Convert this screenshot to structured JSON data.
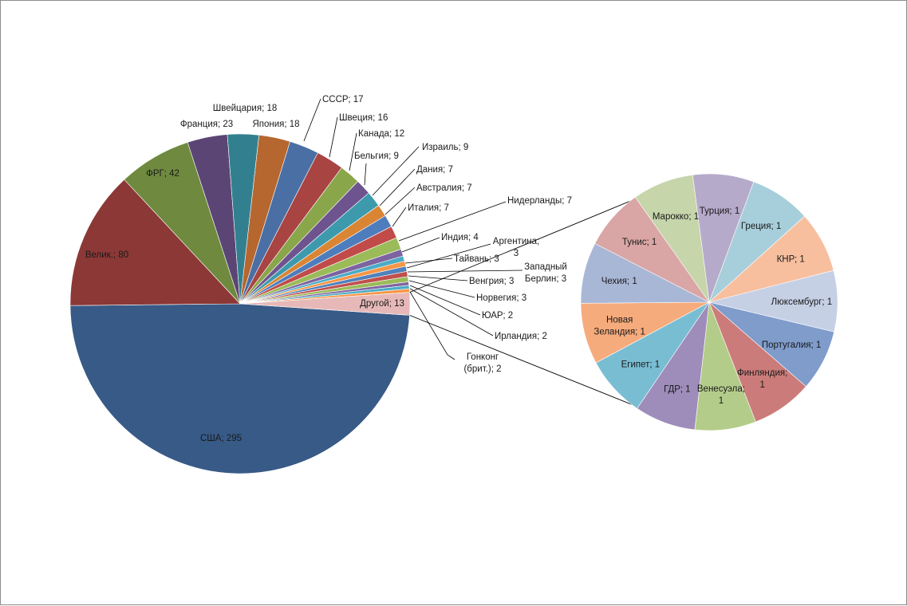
{
  "chart_data": {
    "type": "pie",
    "subtype": "pie-of-pie",
    "main_pie": {
      "slices": [
        {
          "label": "США; 295",
          "value": 295,
          "color": "#375A87"
        },
        {
          "label": "Велик.; 80",
          "value": 80,
          "color": "#8C3836"
        },
        {
          "label": "ФРГ; 42",
          "value": 42,
          "color": "#6F8A3F"
        },
        {
          "label": "Франция; 23",
          "value": 23,
          "color": "#5B4574"
        },
        {
          "label": "Швейцария; 18",
          "value": 18,
          "color": "#32808F"
        },
        {
          "label": "Япония; 18",
          "value": 18,
          "color": "#B5672F"
        },
        {
          "label": "СССР; 17",
          "value": 17,
          "color": "#4A6FA5"
        },
        {
          "label": "Швеция; 16",
          "value": 16,
          "color": "#A84442"
        },
        {
          "label": "Канада; 12",
          "value": 12,
          "color": "#8AA64B"
        },
        {
          "label": "Бельгия; 9",
          "value": 9,
          "color": "#6E548F"
        },
        {
          "label": "Израиль; 9",
          "value": 9,
          "color": "#3D9AAD"
        },
        {
          "label": "Дания; 7",
          "value": 7,
          "color": "#D98534"
        },
        {
          "label": "Австралия; 7",
          "value": 7,
          "color": "#4D7DBD"
        },
        {
          "label": "Италия; 7",
          "value": 7,
          "color": "#C04B48"
        },
        {
          "label": "Нидерланды; 7",
          "value": 7,
          "color": "#9BBB59"
        },
        {
          "label": "Индия; 4",
          "value": 4,
          "color": "#7D63A0"
        },
        {
          "label": "Аргентина; 3",
          "value": 3,
          "color": "#4BACC6"
        },
        {
          "label": "Тайвань; 3",
          "value": 3,
          "color": "#F79646"
        },
        {
          "label": "Западный Берлин; 3",
          "value": 3,
          "color": "#4F81BD"
        },
        {
          "label": "Венгрия; 3",
          "value": 3,
          "color": "#C0504D"
        },
        {
          "label": "Норвегия; 3",
          "value": 3,
          "color": "#9BBB59"
        },
        {
          "label": "ЮАР; 2",
          "value": 2,
          "color": "#8064A2"
        },
        {
          "label": "Ирландия; 2",
          "value": 2,
          "color": "#4BACC6"
        },
        {
          "label": "Гонконг (брит.); 2",
          "value": 2,
          "color": "#F79646"
        },
        {
          "label": "Другой; 13",
          "value": 13,
          "color": "#E6B9B8"
        }
      ]
    },
    "secondary_pie": {
      "source_label": "Другой; 13",
      "slices": [
        {
          "label": "Турция; 1",
          "value": 1,
          "color": "#B6AACA"
        },
        {
          "label": "Греция; 1",
          "value": 1,
          "color": "#A7CEDB"
        },
        {
          "label": "КНР; 1",
          "value": 1,
          "color": "#F8BF9E"
        },
        {
          "label": "Люксембург; 1",
          "value": 1,
          "color": "#C6D0E5"
        },
        {
          "label": "Португалия; 1",
          "value": 1,
          "color": "#7F9CCB"
        },
        {
          "label": "Финляндия; 1",
          "value": 1,
          "color": "#CB7C7A"
        },
        {
          "label": "Венесуэла; 1",
          "value": 1,
          "color": "#B4CC8A"
        },
        {
          "label": "ГДР; 1",
          "value": 1,
          "color": "#9E8CBA"
        },
        {
          "label": "Египет; 1",
          "value": 1,
          "color": "#79BDD3"
        },
        {
          "label": "Новая Зеландия; 1",
          "value": 1,
          "color": "#F6AB7C"
        },
        {
          "label": "Чехия; 1",
          "value": 1,
          "color": "#A9B7D6"
        },
        {
          "label": "Тунис; 1",
          "value": 1,
          "color": "#D9A6A5"
        },
        {
          "label": "Марокко; 1",
          "value": 1,
          "color": "#C6D5AA"
        }
      ]
    },
    "legend": "none",
    "grid": false
  }
}
